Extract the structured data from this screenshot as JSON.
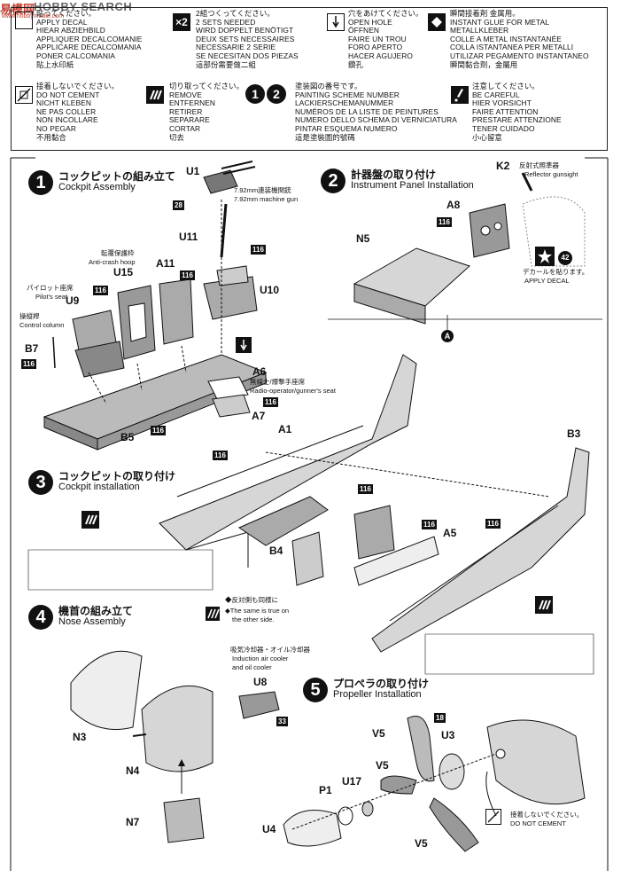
{
  "watermark": {
    "brand_cn": "易模网",
    "brand_en": "HOBBY SEARCH",
    "url": "www.hobbymodel.com"
  },
  "legend": {
    "decal": [
      "貼ってください。",
      "APPLY DECAL",
      "HIEAR ABZIEHBILD",
      "APPLIQUER DECALCOMANIE",
      "APPLICARE DECALCOMANIA",
      "PONER CALCOMANIA",
      "貼上水印紙"
    ],
    "x2_label": "×2",
    "x2": [
      "2組つくってください。",
      "2 SETS NEEDED",
      "WIRD DOPPELT BENÖTIGT",
      "DEUX SETS NECESSAIRES",
      "NECESSARIE 2 SERIE",
      "SE NECESITAN DOS PIEZAS",
      "這部份需要做二組"
    ],
    "hole": [
      "穴をあけてください。",
      "OPEN HOLE",
      "ÖFFNEN",
      "FAIRE UN TROU",
      "FORO APERTO",
      "HACER AGUJERO",
      "鑽孔"
    ],
    "glue": [
      "瞬間接着剤 金属用。",
      "INSTANT GLUE FOR METAL",
      "METALLKLEBER",
      "COLLE A METAL INSTANTANÉE",
      "COLLA ISTANTANEA PER METALLI",
      "UTILIZAR PEGAMENTO INSTANTANEO",
      "瞬間黏合劑，金屬用"
    ],
    "nocement": [
      "接着しないでください。",
      "DO NOT CEMENT",
      "NICHT KLEBEN",
      "NE PAS COLLER",
      "NON INCOLLARE",
      "NO PEGAR",
      "不用黏合"
    ],
    "remove": [
      "切り取ってください。",
      "REMOVE",
      "ENTFERNEN",
      "RETIRER",
      "SEPARARE",
      "CORTAR",
      "切去"
    ],
    "paint_n1": "1",
    "paint_n2": "2",
    "paint": [
      "塗装図の番号です。",
      "PAINTING SCHEME NUMBER",
      "LACKIERSCHEMANUMMER",
      "NUMÉROS DE LA LISTE DE PEINTURES",
      "NUMERO DELLO SCHEMA DI VERNICIATURA",
      "PINTAR ESQUEMA NUMERO",
      "這是塗裝圖的號碼"
    ],
    "careful": [
      "注意してください。",
      "BE CAREFUL",
      "HIER VORSICHT",
      "FAIRE ATTENTION",
      "PRESTARE ATTENZIONE",
      "TENER CUIDADO",
      "小心留意"
    ]
  },
  "steps": [
    {
      "num": "1",
      "jp": "コックピットの組み立て",
      "en": "Cockpit Assembly"
    },
    {
      "num": "2",
      "jp": "計器盤の取り付け",
      "en": "Instrument Panel Installation"
    },
    {
      "num": "3",
      "jp": "コックピットの取り付け",
      "en": "Cockpit installation"
    },
    {
      "num": "4",
      "jp": "機首の組み立て",
      "en": "Nose Assembly"
    },
    {
      "num": "5",
      "jp": "プロペラの取り付け",
      "en": "Propeller Installation"
    }
  ],
  "parts": {
    "U1": "U1",
    "U11": "U11",
    "U10": "U10",
    "A11": "A11",
    "U15": "U15",
    "U9": "U9",
    "B7": "B7",
    "A6": "A6",
    "A7": "A7",
    "B5": "B5",
    "K2": "K2",
    "A8": "A8",
    "N5": "N5",
    "A1": "A1",
    "B3": "B3",
    "B4": "B4",
    "A5": "A5",
    "N3": "N3",
    "N4": "N4",
    "N7": "N7",
    "U8": "U8",
    "V5a": "V5",
    "V5b": "V5",
    "V5c": "V5",
    "U3": "U3",
    "U17": "U17",
    "P1": "P1",
    "U4": "U4"
  },
  "notes": {
    "mg_jp": "7.92mm連装機関銃",
    "mg_en": "7.92mm machine gun",
    "hoop_jp": "転覆保護枠",
    "hoop_en": "Anti-crash hoop",
    "pilot_jp": "パイロット座席",
    "pilot_en": "Pilot's seat",
    "column_jp": "操縦桿",
    "column_en": "Control column",
    "radio_jp": "無線士/爆撃手座席",
    "radio_en": "Radio-operator/gunner's seat",
    "reflector_jp": "反射式照準器",
    "reflector_en": "Reflector gunsight",
    "decal_jp": "デカールを貼ります。",
    "decal_en": "APPLY DECAL",
    "decal_num": "42",
    "same_jp": "◆反対側も同様に",
    "same_en1": "◆The same is true on",
    "same_en2": "the other side.",
    "cooler_jp": "吸気冷却器・オイル冷却器",
    "cooler_en1": "Induction air cooler",
    "cooler_en2": "and oil cooler",
    "nocement_jp": "接着しないでください。",
    "nocement_en": "DO NOT CEMENT",
    "ref_a": "A"
  },
  "badges": {
    "c116": "116",
    "c28": "28",
    "c33": "33",
    "c18": "18"
  },
  "colors": {
    "ink": "#111111",
    "shade": "#9a9a9a",
    "light": "#d6d6d6"
  }
}
